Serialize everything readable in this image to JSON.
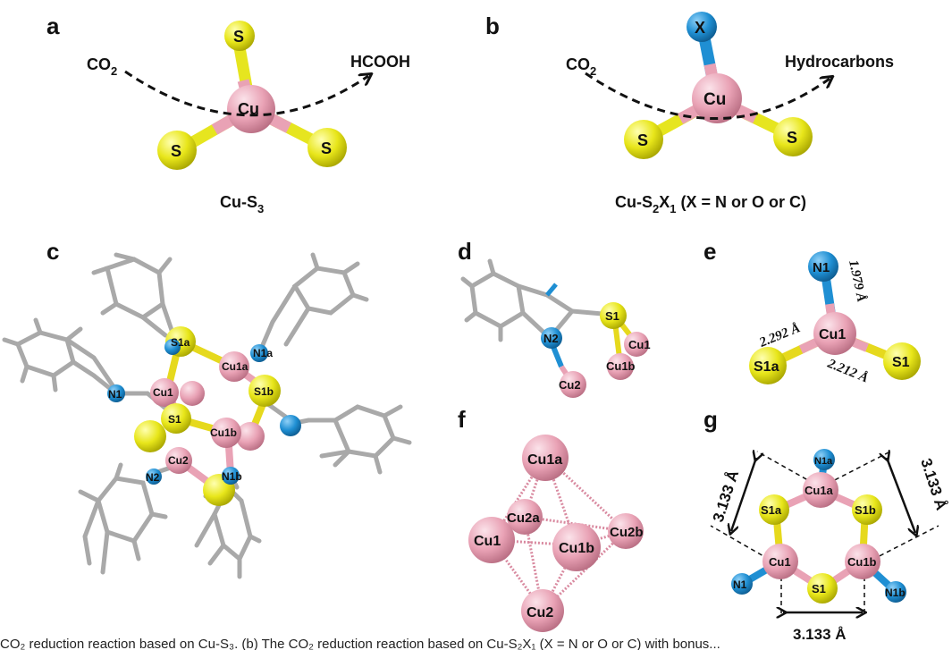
{
  "panels": {
    "a": {
      "letter": "a",
      "reactant_main": "CO",
      "reactant_sub": "2",
      "product": "HCOOH",
      "center": "Cu",
      "ligands": [
        "S",
        "S",
        "S"
      ],
      "formula_main": "Cu-S",
      "formula_sub": "3"
    },
    "b": {
      "letter": "b",
      "reactant_main": "CO",
      "reactant_sub": "2",
      "product": "Hydrocarbons",
      "center": "Cu",
      "top": "X",
      "ligands": [
        "S",
        "S"
      ],
      "formula_p1": "Cu-S",
      "formula_s1": "2",
      "formula_p2": "X",
      "formula_s2": "1",
      "formula_rest": " (X = N or O or C)"
    },
    "c": {
      "letter": "c",
      "atoms": [
        "S1a",
        "N1a",
        "Cu1a",
        "N1",
        "Cu1",
        "S1b",
        "S1",
        "Cu1b",
        "Cu2",
        "N2",
        "N1b"
      ]
    },
    "d": {
      "letter": "d",
      "atoms": [
        "S1",
        "N2",
        "Cu1",
        "Cu1b",
        "Cu2"
      ]
    },
    "e": {
      "letter": "e",
      "atoms": [
        "N1",
        "Cu1",
        "S1a",
        "S1"
      ],
      "bonds": [
        "1.979 Å",
        "2.292 Å",
        "2.212 Å"
      ]
    },
    "f": {
      "letter": "f",
      "atoms": [
        "Cu1a",
        "Cu2a",
        "Cu1",
        "Cu1b",
        "Cu2b",
        "Cu2"
      ]
    },
    "g": {
      "letter": "g",
      "atoms": [
        "N1a",
        "Cu1a",
        "S1a",
        "S1b",
        "Cu1",
        "Cu1b",
        "N1",
        "S1",
        "N1b"
      ],
      "distances": [
        "3.133 Å",
        "3.133 Å",
        "3.133 Å"
      ]
    }
  },
  "caption_fragment": "CO₂ reduction reaction based on Cu-S₃. (b) The CO₂ reduction reaction based on Cu-S₂X₁ (X = N or O or C) with bonus... "
}
